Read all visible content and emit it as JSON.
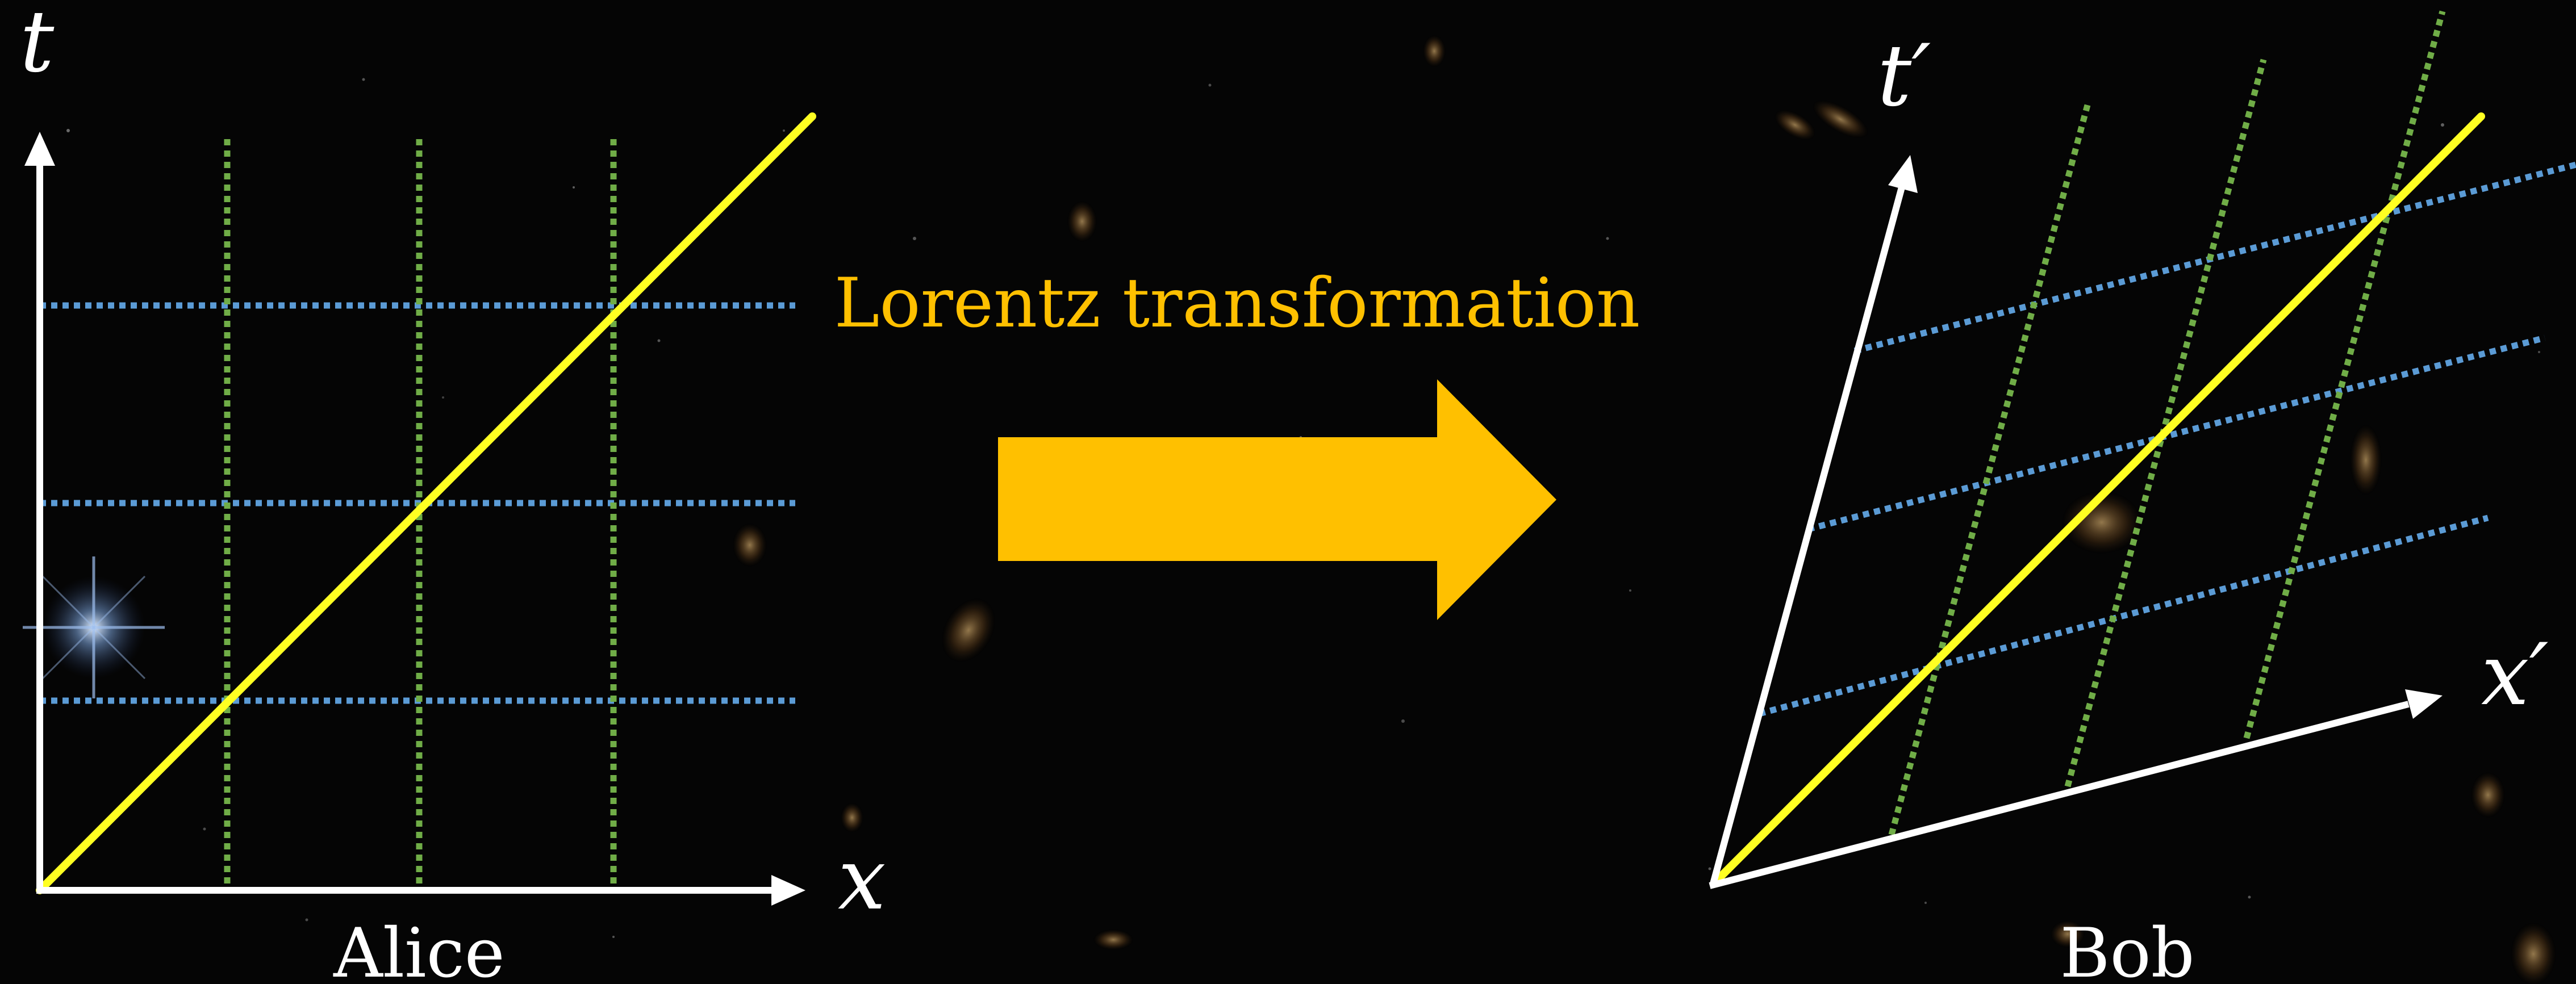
{
  "title": "Lorentz transformation",
  "left_frame": {
    "caption": "Alice",
    "time_axis_label": "t",
    "space_axis_label": "x"
  },
  "right_frame": {
    "caption": "Bob",
    "time_axis_label": "t′",
    "space_axis_label": "x′"
  },
  "colors": {
    "background": "#050505",
    "axes": "#ffffff",
    "worldline": "#ffff22",
    "time_gridlines": "#5b9bd5",
    "space_gridlines": "#70ad47",
    "arrow": "#ffc000",
    "title_text": "#ffc000",
    "label_text": "#ffffff"
  }
}
